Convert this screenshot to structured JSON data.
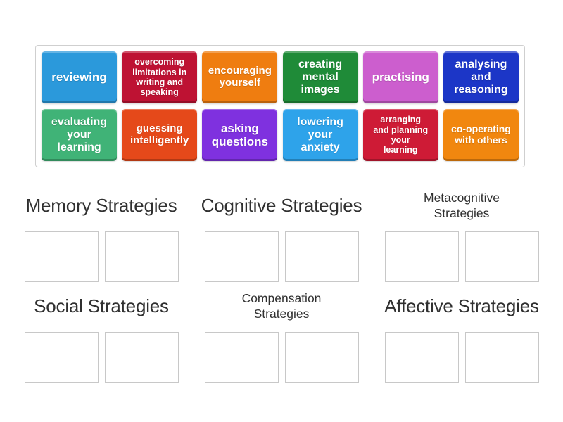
{
  "tray": {
    "tiles": [
      {
        "label": "reviewing",
        "color": "#2b99db"
      },
      {
        "label": "overcoming\nlimitations in\nwriting and\nspeaking",
        "color": "#be1233"
      },
      {
        "label": "encouraging\nyourself",
        "color": "#ef7d10"
      },
      {
        "label": "creating\nmental\nimages",
        "color": "#1f8b38"
      },
      {
        "label": "practising",
        "color": "#cc5ece"
      },
      {
        "label": "analysing\nand\nreasoning",
        "color": "#1c36c7"
      },
      {
        "label": "evaluating\nyour\nlearning",
        "color": "#40b377"
      },
      {
        "label": "guessing\nintelligently",
        "color": "#e5491a"
      },
      {
        "label": "asking\nquestions",
        "color": "#7f31df"
      },
      {
        "label": "lowering\nyour\nanxiety",
        "color": "#2ea3ea"
      },
      {
        "label": "arranging\nand planning\nyour\nlearning",
        "color": "#ce1b36"
      },
      {
        "label": "co-operating\nwith others",
        "color": "#f1870f"
      }
    ]
  },
  "board": {
    "categories": [
      {
        "label": "Memory Strategies"
      },
      {
        "label": "Cognitive Strategies"
      },
      {
        "label": "Metacognitive\nStrategies"
      },
      {
        "label": "Social Strategies"
      },
      {
        "label": "Compensation\nStrategies"
      },
      {
        "label": "Affective Strategies"
      }
    ]
  },
  "colors": {
    "tray_border": "#cfcfcf",
    "slot_border": "#c8c8c8",
    "heading_text": "#303030",
    "tile_text": "#ffffff"
  }
}
